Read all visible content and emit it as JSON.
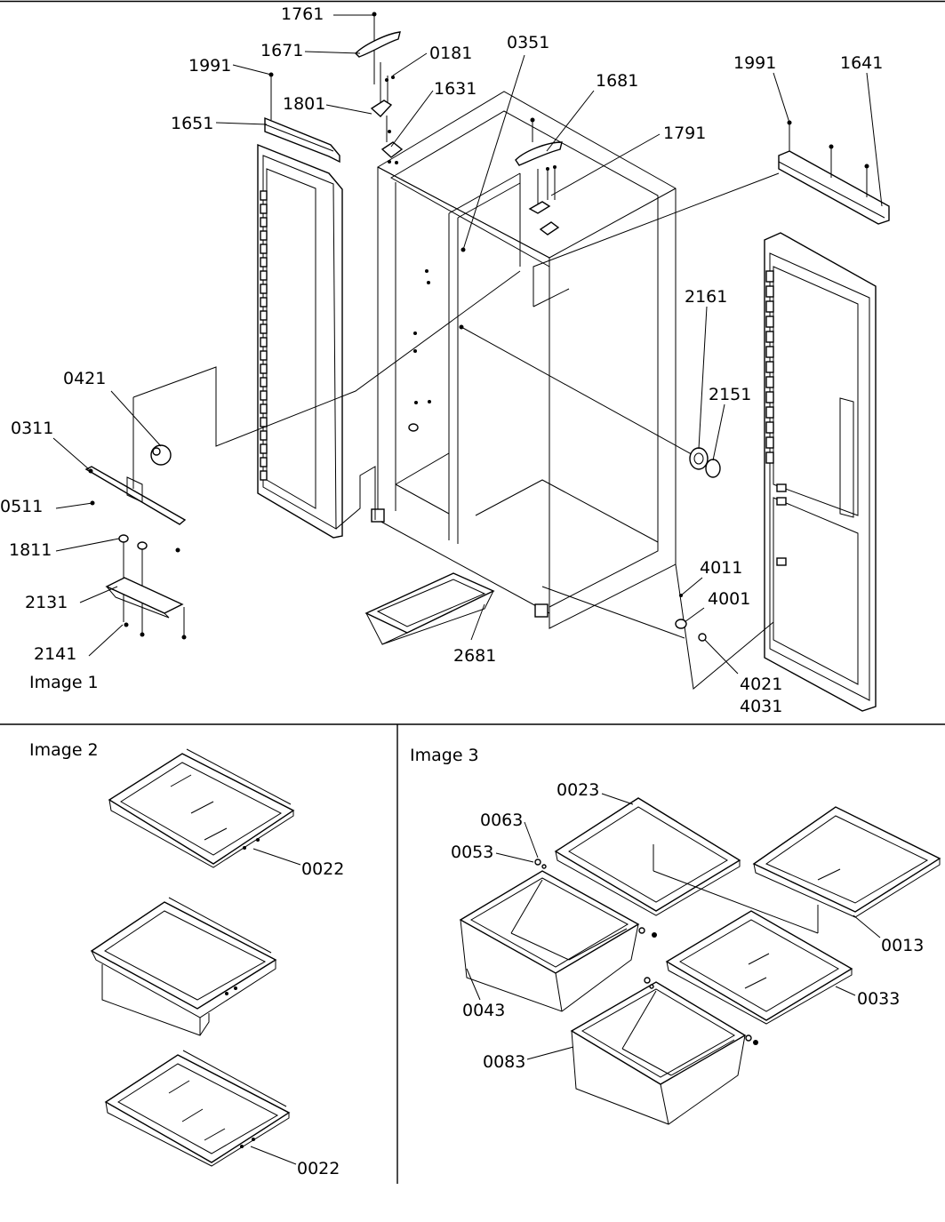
{
  "panels": {
    "image1": {
      "caption": "Image 1"
    },
    "image2": {
      "caption": "Image 2"
    },
    "image3": {
      "caption": "Image 3"
    }
  },
  "callouts": {
    "p1761": "1761",
    "p1671": "1671",
    "p0181": "0181",
    "p1991a": "1991",
    "p1801": "1801",
    "p1631": "1631",
    "p1651": "1651",
    "p0351": "0351",
    "p1681": "1681",
    "p1791": "1791",
    "p1991b": "1991",
    "p1641": "1641",
    "p2161": "2161",
    "p2151": "2151",
    "p0421": "0421",
    "p0311": "0311",
    "p0511": "0511",
    "p1811": "1811",
    "p2131": "2131",
    "p2141": "2141",
    "p2681": "2681",
    "p4011": "4011",
    "p4001": "4001",
    "p4021": "4021",
    "p4031": "4031",
    "p0022a": "0022",
    "p0022b": "0022",
    "p0023": "0023",
    "p0063": "0063",
    "p0053": "0053",
    "p0013": "0013",
    "p0043": "0043",
    "p0033": "0033",
    "p0083": "0083"
  }
}
